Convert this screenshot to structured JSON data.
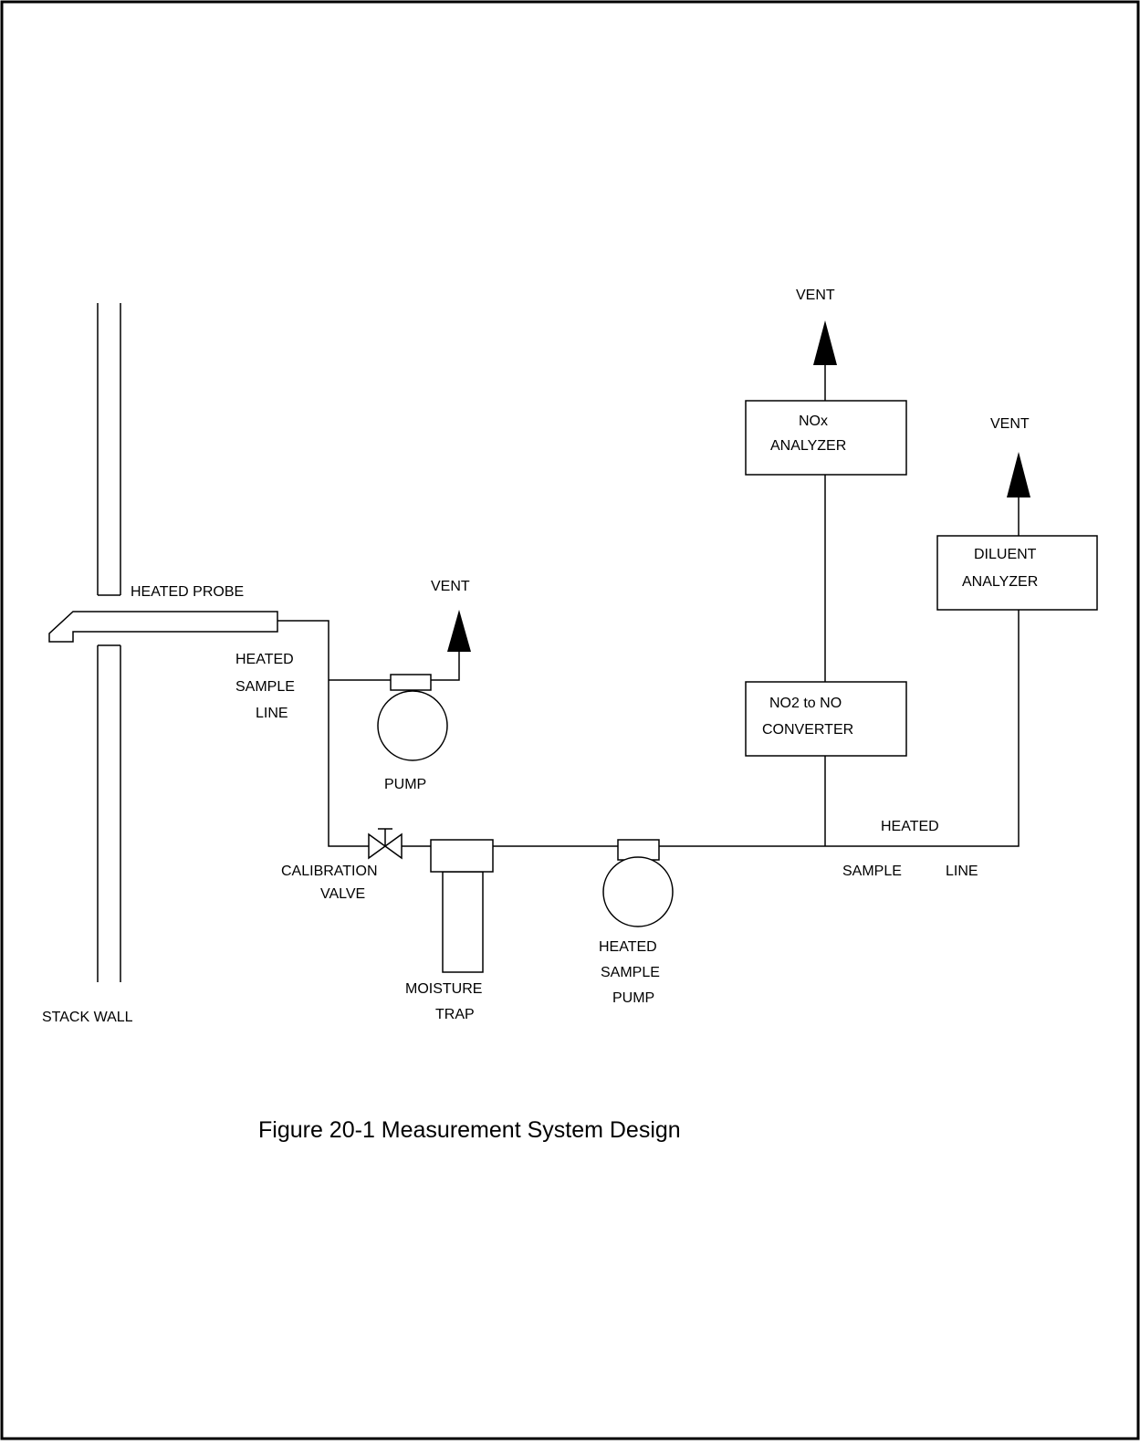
{
  "labels": {
    "vent_nox": "VENT",
    "nox_analyzer_line1": "NOx",
    "nox_analyzer_line2": "ANALYZER",
    "vent_diluent": "VENT",
    "diluent_analyzer_line1": "DILUENT",
    "diluent_analyzer_line2": "ANALYZER",
    "vent_pump": "VENT",
    "heated_probe": "HEATED PROBE",
    "heated_sample_line_1": "HEATED",
    "heated_sample_line_2": "SAMPLE",
    "heated_sample_line_3": "LINE",
    "pump": "PUMP",
    "converter_line1": "NO2 to NO",
    "converter_line2": "CONVERTER",
    "right_heated": "HEATED",
    "right_sample": "SAMPLE",
    "right_line": "LINE",
    "calibration_valve_1": "CALIBRATION",
    "calibration_valve_2": "VALVE",
    "moisture_trap_1": "MOISTURE",
    "moisture_trap_2": "TRAP",
    "heated_sample_pump_1": "HEATED",
    "heated_sample_pump_2": "SAMPLE",
    "heated_sample_pump_3": "PUMP",
    "stack_wall": "STACK WALL"
  },
  "caption": "Figure 20-1 Measurement System Design"
}
